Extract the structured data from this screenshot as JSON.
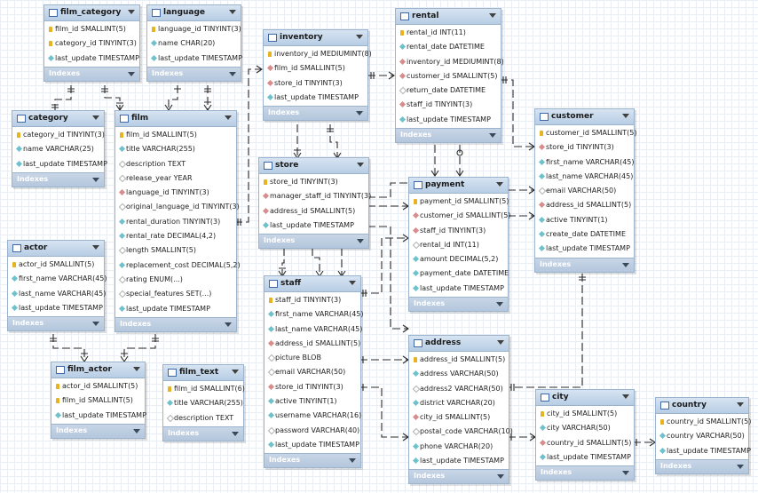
{
  "diagram": {
    "indexes_label": "Indexes",
    "tables": [
      {
        "id": "film_category",
        "name": "film_category",
        "columns": [
          {
            "name": "film_id SMALLINT(5)",
            "key": "pk"
          },
          {
            "name": "category_id TINYINT(3)",
            "key": "pk"
          },
          {
            "name": "last_update TIMESTAMP",
            "key": "nn"
          }
        ]
      },
      {
        "id": "language",
        "name": "language",
        "columns": [
          {
            "name": "language_id TINYINT(3)",
            "key": "pk"
          },
          {
            "name": "name CHAR(20)",
            "key": "nn"
          },
          {
            "name": "last_update TIMESTAMP",
            "key": "nn"
          }
        ]
      },
      {
        "id": "inventory",
        "name": "inventory",
        "columns": [
          {
            "name": "inventory_id MEDIUMINT(8)",
            "key": "pk"
          },
          {
            "name": "film_id SMALLINT(5)",
            "key": "fk"
          },
          {
            "name": "store_id TINYINT(3)",
            "key": "fk"
          },
          {
            "name": "last_update TIMESTAMP",
            "key": "nn"
          }
        ]
      },
      {
        "id": "rental",
        "name": "rental",
        "columns": [
          {
            "name": "rental_id INT(11)",
            "key": "pk"
          },
          {
            "name": "rental_date DATETIME",
            "key": "nn"
          },
          {
            "name": "inventory_id MEDIUMINT(8)",
            "key": "fk"
          },
          {
            "name": "customer_id SMALLINT(5)",
            "key": "fk"
          },
          {
            "name": "return_date DATETIME",
            "key": "null"
          },
          {
            "name": "staff_id TINYINT(3)",
            "key": "fk"
          },
          {
            "name": "last_update TIMESTAMP",
            "key": "nn"
          }
        ]
      },
      {
        "id": "category",
        "name": "category",
        "columns": [
          {
            "name": "category_id TINYINT(3)",
            "key": "pk"
          },
          {
            "name": "name VARCHAR(25)",
            "key": "nn"
          },
          {
            "name": "last_update TIMESTAMP",
            "key": "nn"
          }
        ]
      },
      {
        "id": "film",
        "name": "film",
        "columns": [
          {
            "name": "film_id SMALLINT(5)",
            "key": "pk"
          },
          {
            "name": "title VARCHAR(255)",
            "key": "nn"
          },
          {
            "name": "description TEXT",
            "key": "null"
          },
          {
            "name": "release_year YEAR",
            "key": "null"
          },
          {
            "name": "language_id TINYINT(3)",
            "key": "fk"
          },
          {
            "name": "original_language_id TINYINT(3)",
            "key": "fknull"
          },
          {
            "name": "rental_duration TINYINT(3)",
            "key": "nn"
          },
          {
            "name": "rental_rate DECIMAL(4,2)",
            "key": "nn"
          },
          {
            "name": "length SMALLINT(5)",
            "key": "null"
          },
          {
            "name": "replacement_cost DECIMAL(5,2)",
            "key": "nn"
          },
          {
            "name": "rating ENUM(...)",
            "key": "null"
          },
          {
            "name": "special_features SET(...)",
            "key": "null"
          },
          {
            "name": "last_update TIMESTAMP",
            "key": "nn"
          }
        ]
      },
      {
        "id": "store",
        "name": "store",
        "columns": [
          {
            "name": "store_id TINYINT(3)",
            "key": "pk"
          },
          {
            "name": "manager_staff_id TINYINT(3)",
            "key": "fk"
          },
          {
            "name": "address_id SMALLINT(5)",
            "key": "fk"
          },
          {
            "name": "last_update TIMESTAMP",
            "key": "nn"
          }
        ]
      },
      {
        "id": "payment",
        "name": "payment",
        "columns": [
          {
            "name": "payment_id SMALLINT(5)",
            "key": "pk"
          },
          {
            "name": "customer_id SMALLINT(5)",
            "key": "fk"
          },
          {
            "name": "staff_id TINYINT(3)",
            "key": "fk"
          },
          {
            "name": "rental_id INT(11)",
            "key": "fknull"
          },
          {
            "name": "amount DECIMAL(5,2)",
            "key": "nn"
          },
          {
            "name": "payment_date DATETIME",
            "key": "nn"
          },
          {
            "name": "last_update TIMESTAMP",
            "key": "nn"
          }
        ]
      },
      {
        "id": "customer",
        "name": "customer",
        "columns": [
          {
            "name": "customer_id SMALLINT(5)",
            "key": "pk"
          },
          {
            "name": "store_id TINYINT(3)",
            "key": "fk"
          },
          {
            "name": "first_name VARCHAR(45)",
            "key": "nn"
          },
          {
            "name": "last_name VARCHAR(45)",
            "key": "nn"
          },
          {
            "name": "email VARCHAR(50)",
            "key": "null"
          },
          {
            "name": "address_id SMALLINT(5)",
            "key": "fk"
          },
          {
            "name": "active TINYINT(1)",
            "key": "nn"
          },
          {
            "name": "create_date DATETIME",
            "key": "nn"
          },
          {
            "name": "last_update TIMESTAMP",
            "key": "nn"
          }
        ]
      },
      {
        "id": "actor",
        "name": "actor",
        "columns": [
          {
            "name": "actor_id SMALLINT(5)",
            "key": "pk"
          },
          {
            "name": "first_name VARCHAR(45)",
            "key": "nn"
          },
          {
            "name": "last_name VARCHAR(45)",
            "key": "nn"
          },
          {
            "name": "last_update TIMESTAMP",
            "key": "nn"
          }
        ]
      },
      {
        "id": "staff",
        "name": "staff",
        "columns": [
          {
            "name": "staff_id TINYINT(3)",
            "key": "pk"
          },
          {
            "name": "first_name VARCHAR(45)",
            "key": "nn"
          },
          {
            "name": "last_name VARCHAR(45)",
            "key": "nn"
          },
          {
            "name": "address_id SMALLINT(5)",
            "key": "fk"
          },
          {
            "name": "picture BLOB",
            "key": "null"
          },
          {
            "name": "email VARCHAR(50)",
            "key": "null"
          },
          {
            "name": "store_id TINYINT(3)",
            "key": "fk"
          },
          {
            "name": "active TINYINT(1)",
            "key": "nn"
          },
          {
            "name": "username VARCHAR(16)",
            "key": "nn"
          },
          {
            "name": "password VARCHAR(40)",
            "key": "null"
          },
          {
            "name": "last_update TIMESTAMP",
            "key": "nn"
          }
        ]
      },
      {
        "id": "address",
        "name": "address",
        "columns": [
          {
            "name": "address_id SMALLINT(5)",
            "key": "pk"
          },
          {
            "name": "address VARCHAR(50)",
            "key": "nn"
          },
          {
            "name": "address2 VARCHAR(50)",
            "key": "null"
          },
          {
            "name": "district VARCHAR(20)",
            "key": "nn"
          },
          {
            "name": "city_id SMALLINT(5)",
            "key": "fk"
          },
          {
            "name": "postal_code VARCHAR(10)",
            "key": "null"
          },
          {
            "name": "phone VARCHAR(20)",
            "key": "nn"
          },
          {
            "name": "last_update TIMESTAMP",
            "key": "nn"
          }
        ]
      },
      {
        "id": "film_actor",
        "name": "film_actor",
        "columns": [
          {
            "name": "actor_id SMALLINT(5)",
            "key": "pk"
          },
          {
            "name": "film_id SMALLINT(5)",
            "key": "pk"
          },
          {
            "name": "last_update TIMESTAMP",
            "key": "nn"
          }
        ]
      },
      {
        "id": "film_text",
        "name": "film_text",
        "columns": [
          {
            "name": "film_id SMALLINT(6)",
            "key": "pk"
          },
          {
            "name": "title VARCHAR(255)",
            "key": "nn"
          },
          {
            "name": "description TEXT",
            "key": "null"
          }
        ]
      },
      {
        "id": "city",
        "name": "city",
        "columns": [
          {
            "name": "city_id SMALLINT(5)",
            "key": "pk"
          },
          {
            "name": "city VARCHAR(50)",
            "key": "nn"
          },
          {
            "name": "country_id SMALLINT(5)",
            "key": "fk"
          },
          {
            "name": "last_update TIMESTAMP",
            "key": "nn"
          }
        ]
      },
      {
        "id": "country",
        "name": "country",
        "columns": [
          {
            "name": "country_id SMALLINT(5)",
            "key": "pk"
          },
          {
            "name": "country VARCHAR(50)",
            "key": "nn"
          },
          {
            "name": "last_update TIMESTAMP",
            "key": "nn"
          }
        ]
      }
    ]
  }
}
